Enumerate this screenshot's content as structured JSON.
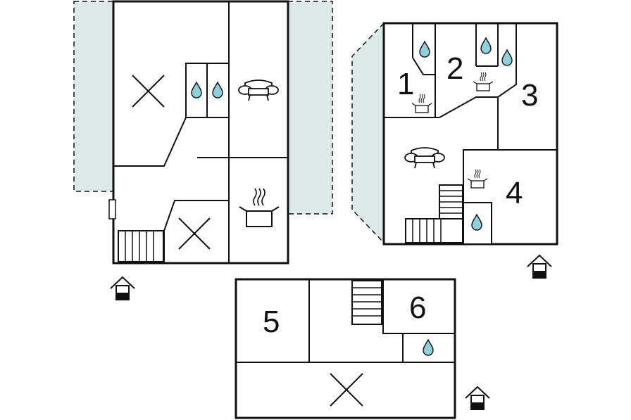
{
  "colors": {
    "wall": "#111111",
    "line": "#222222",
    "water": "#8fd0dc",
    "terrace": "#dde9e9",
    "background": "#ffffff"
  },
  "icons": {
    "bedroom": "cross-icon",
    "bathroom": "water-drop-icon",
    "kitchen": "cooking-pot-icon",
    "living": "sofa-icon",
    "stairs": "stairs-icon",
    "entrance": "house-entrance-icon"
  },
  "floorplans": {
    "left": {},
    "right": {
      "rooms": [
        {
          "label": "1"
        },
        {
          "label": "2"
        },
        {
          "label": "3"
        },
        {
          "label": "4"
        }
      ]
    },
    "bottom": {
      "rooms": [
        {
          "label": "5"
        },
        {
          "label": "6"
        }
      ]
    }
  }
}
